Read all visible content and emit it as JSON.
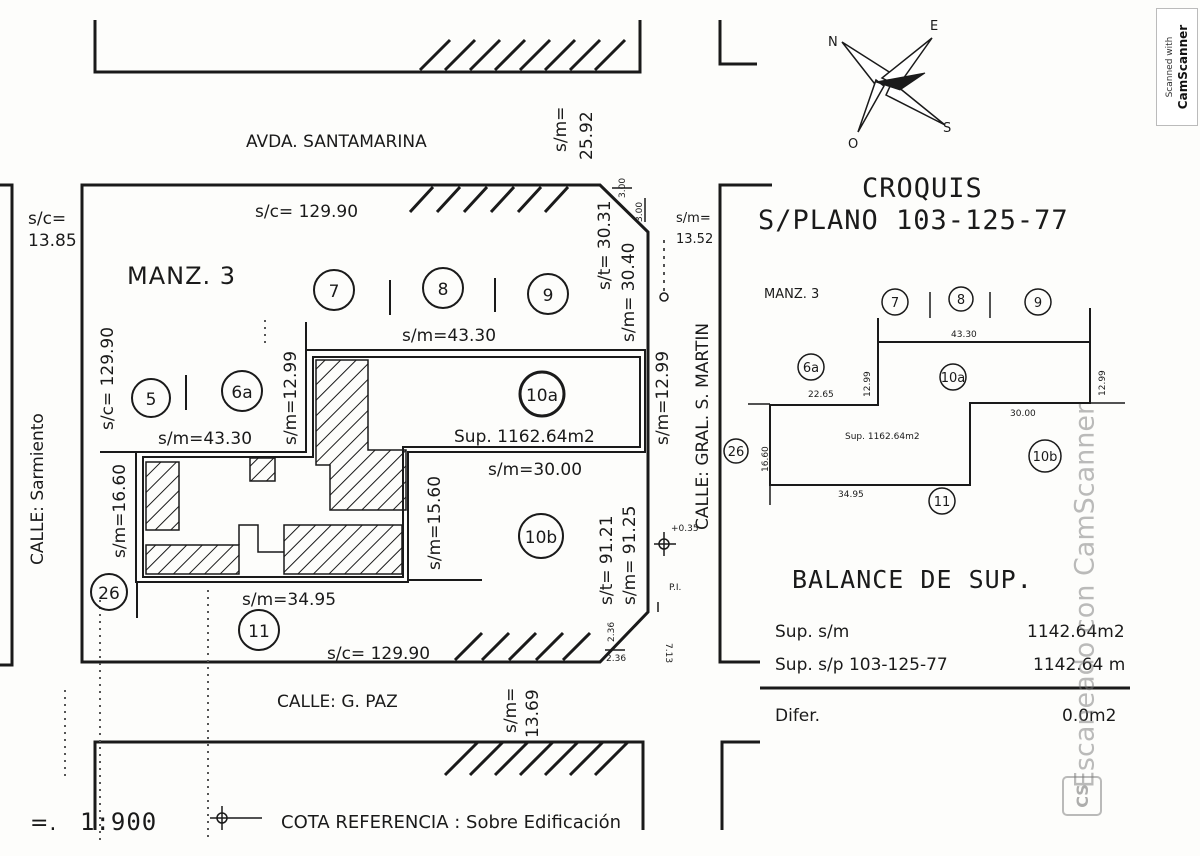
{
  "title": "CROQUIS",
  "plan_ref": "S/PLANO 103-125-77",
  "streets": {
    "north": "AVDA. SANTAMARINA",
    "south": "CALLE: G. PAZ",
    "west": "CALLE: Sarmiento",
    "east": "CALLE: GRAL. S. MARTIN"
  },
  "block": "MANZ. 3",
  "block_small": "MANZ. 3",
  "measures": {
    "north_sc": "s/c= 129.90",
    "south_sc": "s/c= 129.90",
    "west_sc": "s/c= 129.90",
    "sc_corner_top": "s/c=",
    "sc_corner_val": "13.85",
    "sm_top_street": "s/m=",
    "sm_top_street_val": "25.92",
    "sm_bottom_street": "s/m=",
    "sm_bottom_street_val": "13.69",
    "sm_east_corner": "s/m=",
    "sm_east_corner_val": "13.52",
    "lot_top": "s/m=43.30",
    "lot_left_top": "s/m=43.30",
    "lot_east_a": "s/t= 30.31",
    "lot_east_b": "s/m= 30.40",
    "lot_right_sm": "s/m=12.99",
    "lot_inner_sm": "s/m=12.99",
    "lot_mid": "s/m=30.00",
    "lot_inner_v": "s/m=15.60",
    "lot_left_v": "s/m=16.60",
    "lot_bottom": "s/m=34.95",
    "lot_east_c": "s/t= 91.21",
    "lot_east_d": "s/m= 91.25",
    "area": "Sup. 1162.64m2",
    "corner_1": "3.00",
    "corner_2": "3.00",
    "corner_3": "2.36",
    "corner_4": "2.36",
    "corner_5": "7.13",
    "level": "+0.35",
    "pi": "P.I."
  },
  "parcels": [
    "7",
    "8",
    "9",
    "5",
    "6a",
    "10a",
    "10b",
    "26",
    "11"
  ],
  "sketch": {
    "parcels": [
      "7",
      "8",
      "9",
      "6a",
      "10a",
      "26",
      "10b",
      "11"
    ],
    "top": "43.30",
    "left": "22.65",
    "v1": "12.99",
    "right_v": "12.99",
    "mid": "30.00",
    "left_v": "16.60",
    "bottom": "34.95",
    "area": "Sup. 1162.64m2"
  },
  "balance": {
    "title": "BALANCE DE SUP.",
    "rows": [
      {
        "label": "Sup. s/m",
        "value": "1142.64m2"
      },
      {
        "label": "Sup. s/p 103-125-77",
        "value": "1142.64 m"
      },
      {
        "label": "Difer.",
        "value": "0.0m2"
      }
    ]
  },
  "scale": "1:900",
  "scale_prefix": "=.",
  "reference": "COTA REFERENCIA : Sobre Edificación",
  "compass": {
    "n": "N",
    "e": "E",
    "s": "S",
    "o": "O"
  },
  "scanner": {
    "line1": "Scanned with",
    "line2": "CamScanner",
    "logo": "CS"
  },
  "watermark": "Escaneado con CamScanner",
  "colors": {
    "ink": "#1a1a1a",
    "paper": "#fdfdfb",
    "watermark": "#787878"
  }
}
